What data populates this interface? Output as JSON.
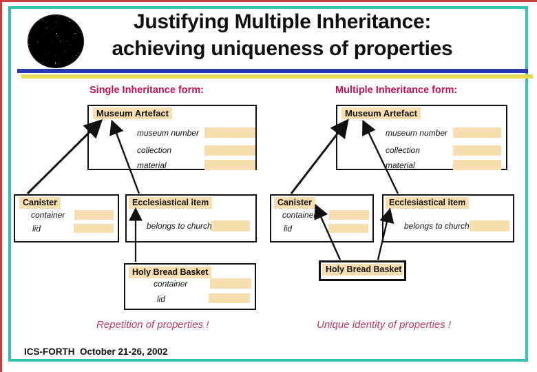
{
  "slide": {
    "title_line1": "Justifying Multiple Inheritance:",
    "title_line2": "achieving uniqueness of properties",
    "footer": "ICS-FORTH  October 21-26, 2002",
    "logo_icon": "phaistos-disc-logo"
  },
  "colors": {
    "teal_frame": "#35C2B4",
    "red_edge": "#CC3B3B",
    "blue_rule": "#2839B8",
    "yellow_rule": "#E7DD55",
    "highlight_peach": "#F8DDAE",
    "heading_crimson": "#C4134C",
    "caption_crimson": "#BE3C66"
  },
  "left": {
    "heading": "Single Inheritance form:",
    "caption": "Repetition of properties !",
    "museum_artefact": {
      "label": "Museum Artefact",
      "properties": [
        "museum number",
        "collection",
        "material"
      ]
    },
    "canister": {
      "label": "Canister",
      "properties": [
        "container",
        "lid"
      ]
    },
    "ecclesiastical": {
      "label": "Ecclesiastical item",
      "properties": [
        "belongs to church"
      ]
    },
    "holy_bread_basket": {
      "label": "Holy Bread Basket",
      "properties": [
        "container",
        "lid"
      ]
    }
  },
  "right": {
    "heading": "Multiple Inheritance form:",
    "caption": "Unique identity of properties !",
    "museum_artefact": {
      "label": "Museum Artefact",
      "properties": [
        "museum number",
        "collection",
        "material"
      ]
    },
    "canister": {
      "label": "Canister",
      "properties": [
        "container",
        "lid"
      ]
    },
    "ecclesiastical": {
      "label": "Ecclesiastical item",
      "properties": [
        "belongs to church"
      ]
    },
    "holy_bread_basket": {
      "label": "Holy Bread Basket",
      "properties": []
    }
  }
}
